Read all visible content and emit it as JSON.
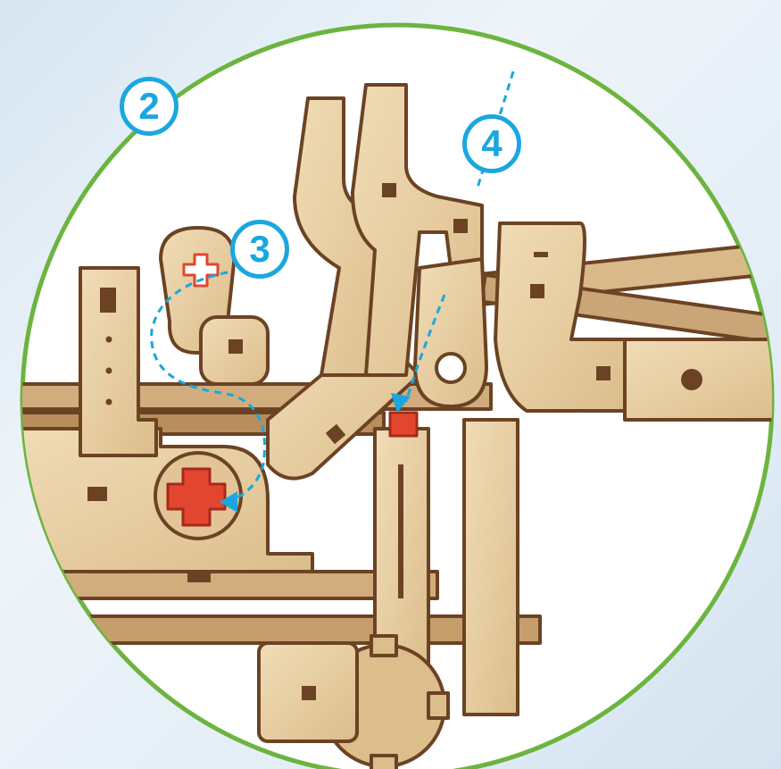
{
  "diagram": {
    "steps": {
      "step_2": "2",
      "step_3": "3",
      "step_4": "4"
    },
    "colors": {
      "circle_border": "#6cb43f",
      "step_badge": "#1aa7e0",
      "plywood_face": "#e8cfa4",
      "plywood_edge": "#6b4324",
      "connector_red": "#e2462f"
    },
    "parts": [
      "wooden-frame-assembly",
      "red-cross-connector",
      "red-peg-connector",
      "gear-wheel"
    ]
  }
}
